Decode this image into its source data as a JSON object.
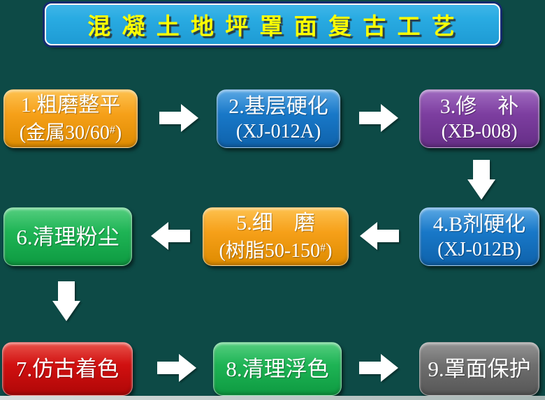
{
  "background_color": "#0D4A46",
  "bottom_strip_color": "#BDC8C7",
  "arrow_color": "#FFFFFF",
  "title": {
    "text": "混 凝 土 地 坪 罩 面 复 古 工 艺",
    "fill_color": "#29ABE2",
    "text_color": "#FFFF00",
    "inner_border_color": "#FFFFFF",
    "outer_border_color": "#152B70"
  },
  "palette": {
    "orange": {
      "light": "#FDC14F",
      "base": "#F6A019",
      "dark": "#DE8B00"
    },
    "blue": {
      "light": "#5BA8E4",
      "base": "#1878C8",
      "dark": "#0F62AB"
    },
    "purple": {
      "light": "#A06BC0",
      "base": "#7D3EA0",
      "dark": "#652E86"
    },
    "green": {
      "light": "#55CE7F",
      "base": "#1EB455",
      "dark": "#0E9A41"
    },
    "red": {
      "light": "#E8524A",
      "base": "#D11010",
      "dark": "#AF0707"
    },
    "gray": {
      "light": "#949494",
      "base": "#6F6F6F",
      "dark": "#565656"
    }
  },
  "flow": {
    "boxes": [
      {
        "step": "1",
        "line1": "1.粗磨整平",
        "line2_pre": "(金属30/60",
        "line2_sup": "#",
        "line2_post": ")",
        "color": "orange"
      },
      {
        "step": "2",
        "line1": "2.基层硬化",
        "line2_pre": "(XJ-012A)",
        "color": "blue"
      },
      {
        "step": "3",
        "line1": "3.修　补",
        "line2_pre": "(XB-008)",
        "color": "purple"
      },
      {
        "step": "4",
        "line1": "4.B剂硬化",
        "line2_pre": "(XJ-012B)",
        "color": "blue"
      },
      {
        "step": "5",
        "line1": "5.细　磨",
        "line2_pre": "(树脂50-150",
        "line2_sup": "#",
        "line2_post": ")",
        "color": "orange"
      },
      {
        "step": "6",
        "line1": "6.清理粉尘",
        "color": "green"
      },
      {
        "step": "7",
        "line1": "7.仿古着色",
        "color": "red"
      },
      {
        "step": "8",
        "line1": "8.清理浮色",
        "color": "green"
      },
      {
        "step": "9",
        "line1": "9.罩面保护",
        "color": "gray"
      }
    ],
    "arrows": [
      {
        "from": "1",
        "to": "2",
        "direction": "right"
      },
      {
        "from": "2",
        "to": "3",
        "direction": "right"
      },
      {
        "from": "3",
        "to": "4",
        "direction": "down"
      },
      {
        "from": "4",
        "to": "5",
        "direction": "left"
      },
      {
        "from": "5",
        "to": "6",
        "direction": "left"
      },
      {
        "from": "6",
        "to": "7",
        "direction": "down"
      },
      {
        "from": "7",
        "to": "8",
        "direction": "right"
      },
      {
        "from": "8",
        "to": "9",
        "direction": "right"
      }
    ]
  }
}
